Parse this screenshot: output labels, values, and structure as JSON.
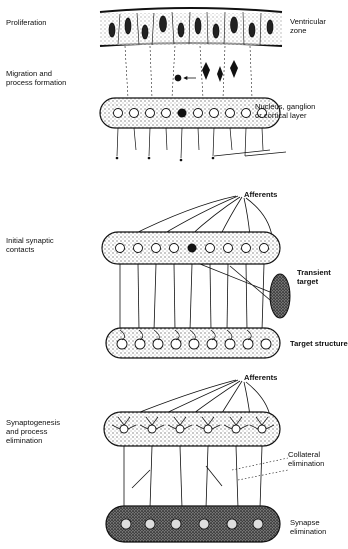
{
  "stages": [
    {
      "label": "Proliferation"
    },
    {
      "label": "Migration and\nprocess formation"
    },
    {
      "label": "Initial synaptic\ncontacts"
    },
    {
      "label": "Synaptogenesis\nand process\nelimination"
    }
  ],
  "side_labels": {
    "ventricular": "Ventricular\nzone",
    "nucleus": "Nucleus, ganglion\nor cortical layer",
    "transient": "Transient\ntarget",
    "target": "Target structure",
    "collateral": "Collateral\nelimination",
    "synapse_elim": "Synapse\nelimination"
  },
  "afferents": [
    "Afferents",
    "Afferents"
  ]
}
